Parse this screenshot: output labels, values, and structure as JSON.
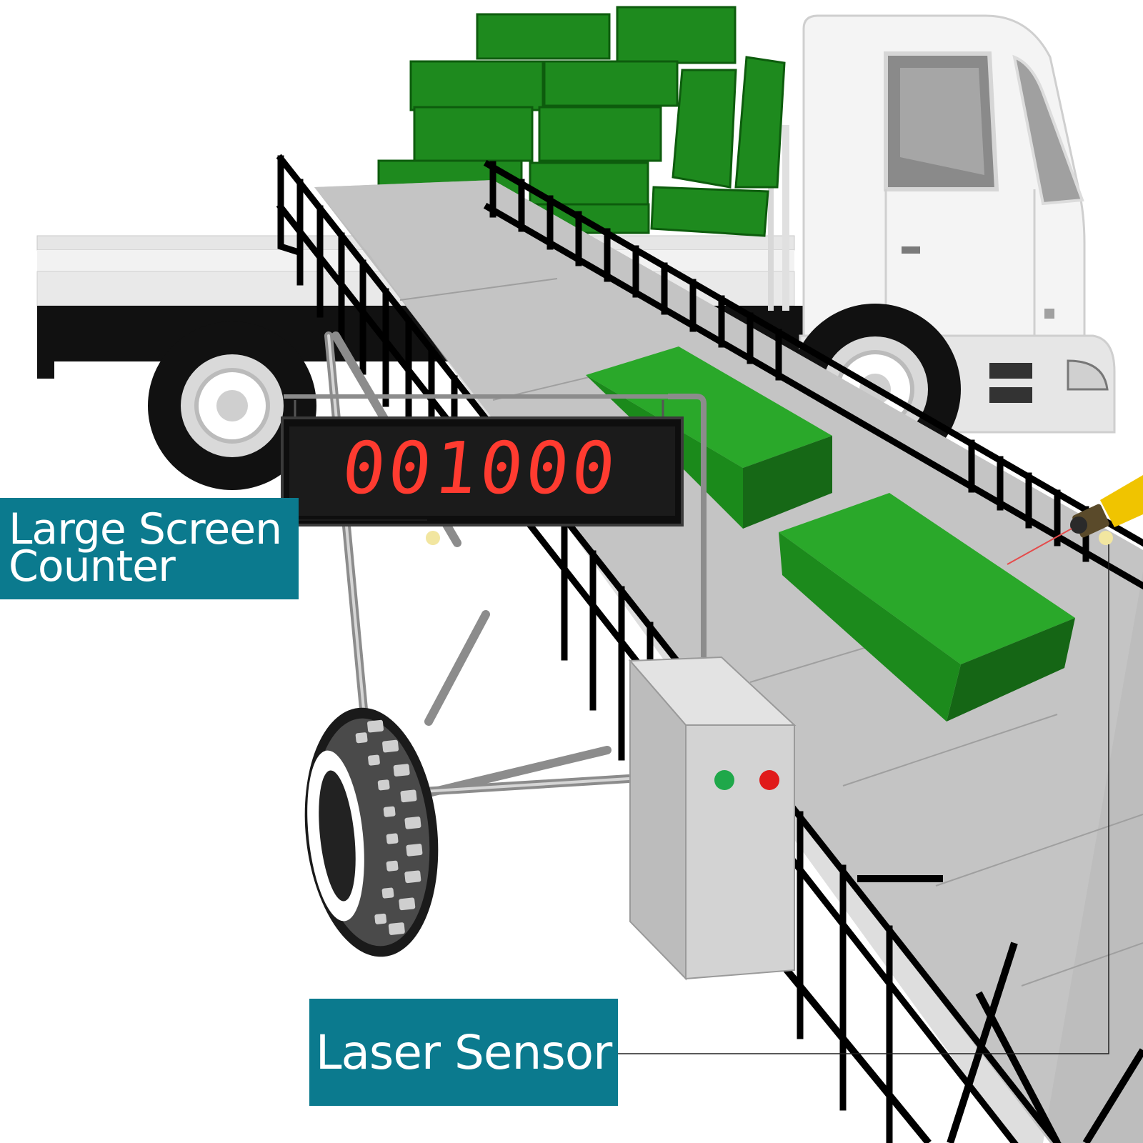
{
  "labels": {
    "counter_line1": "Large Screen",
    "counter_line2": "Counter",
    "sensor": "Laser Sensor"
  },
  "counter": {
    "value": "001000"
  },
  "colors": {
    "label_bg": "#0b7a8e",
    "label_text": "#ffffff",
    "led_on": "#ff3b30",
    "box_green": "#1f8f1f",
    "button_green": "#1fa84a",
    "button_red": "#e01b1b",
    "sensor_yellow": "#f0c400",
    "belt": "#bdbdbd",
    "rail": "#000000"
  },
  "icons": [
    "truck-icon",
    "cardboard-box-icon",
    "conveyor-belt-icon",
    "tire-icon",
    "control-cabinet-icon",
    "laser-sensor-icon",
    "led-counter-icon"
  ]
}
